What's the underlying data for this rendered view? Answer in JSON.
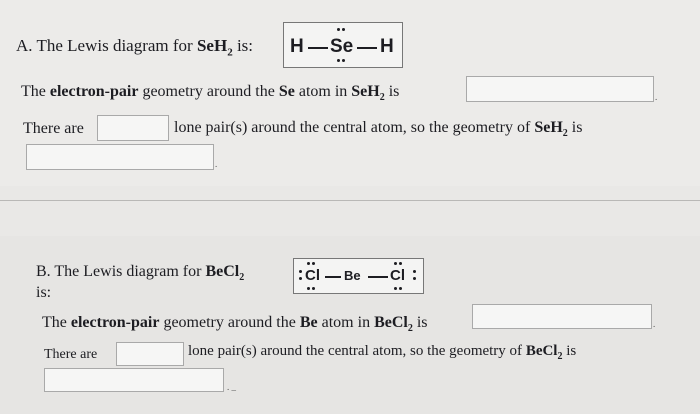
{
  "part_a": {
    "title_prefix": "A. The Lewis diagram for ",
    "molecule": "SeH",
    "subscript": "2",
    "title_suffix": " is:",
    "lewis": {
      "left_atom": "H",
      "center_atom": "Se",
      "right_atom": "H"
    },
    "geometry_prompt_pre": "The ",
    "geometry_prompt_bold": "electron-pair",
    "geometry_prompt_mid": " geometry around the ",
    "geometry_prompt_atom": "Se",
    "geometry_prompt_post": " atom in ",
    "geometry_prompt_mol": "SeH",
    "geometry_prompt_sub": "2",
    "geometry_prompt_end": " is",
    "there_are": "There are",
    "lone_pairs_text_pre": "lone pair(s) around the central atom, so the geometry of ",
    "lone_pairs_mol": "SeH",
    "lone_pairs_sub": "2",
    "lone_pairs_end": " is",
    "electron_pair_geometry_value": "",
    "lone_pairs_value": "",
    "molecular_geometry_value": ""
  },
  "part_b": {
    "title_prefix": "B. The Lewis diagram for ",
    "molecule": "BeCl",
    "subscript": "2",
    "title_suffix": "is:",
    "lewis": {
      "left_atom": "Cl",
      "center_atom": "Be",
      "right_atom": "Cl"
    },
    "geometry_prompt_pre": "The ",
    "geometry_prompt_bold": "electron-pair",
    "geometry_prompt_mid": " geometry around the ",
    "geometry_prompt_atom": "Be",
    "geometry_prompt_post": " atom in ",
    "geometry_prompt_mol": "BeCl",
    "geometry_prompt_sub": "2",
    "geometry_prompt_end": " is",
    "there_are": "There are",
    "lone_pairs_text_pre": "lone pair(s) around the central atom, so the geometry of ",
    "lone_pairs_mol": "BeCl",
    "lone_pairs_sub": "2",
    "lone_pairs_end": " is",
    "electron_pair_geometry_value": "",
    "lone_pairs_value": "",
    "molecular_geometry_value": ""
  }
}
